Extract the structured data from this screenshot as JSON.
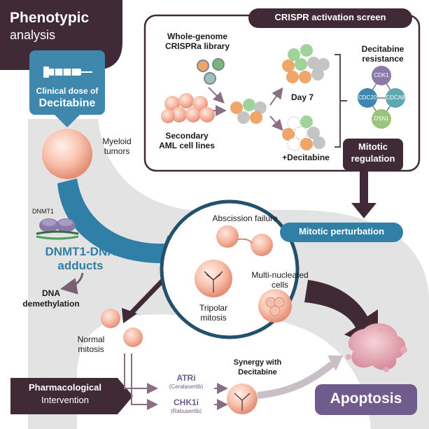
{
  "header": {
    "title": "Phenotypic",
    "subtitle": "analysis"
  },
  "drug_box": {
    "line1": "Clinical dose of",
    "line2": "Decitabine"
  },
  "crispr": {
    "title": "CRISPR activation screen",
    "library_l1": "Whole-genome",
    "library_l2": "CRISPRa library",
    "cells_l1": "Secondary",
    "cells_l2": "AML cell lines",
    "day": "Day 7",
    "decitabine": "+Decitabine",
    "resistance_l1": "Decitabine",
    "resistance_l2": "resistance",
    "genes": [
      "CDK1",
      "CDC20",
      "CDCA8",
      "DSN1"
    ],
    "mitotic_l1": "Mitotic",
    "mitotic_l2": "regulation"
  },
  "left": {
    "myeloid_l1": "Myeloid",
    "myeloid_l2": "tumors",
    "dnmt1": "DNMT1",
    "adducts_l1": "DNMT1-DNA",
    "adducts_l2": "adducts",
    "demeth_l1": "DNA",
    "demeth_l2": "demethylation",
    "normal_l1": "Normal",
    "normal_l2": "mitosis"
  },
  "circle": {
    "perturbation": "Mitotic perturbation",
    "abscission": "Abscission failure",
    "multi_l1": "Multi-nucleated",
    "multi_l2": "cells",
    "tripolar_l1": "Tripolar",
    "tripolar_l2": "mitosis"
  },
  "pharma": {
    "label_l1": "Pharmacological",
    "label_l2": "Intervention",
    "atri": "ATRi",
    "atri_drug": "(Ceralasertib)",
    "chk1i": "CHK1i",
    "chk1i_drug": "(Rabusertib)",
    "synergy_l1": "Synergy with",
    "synergy_l2": "Decitabine"
  },
  "apoptosis": "Apoptosis",
  "colors": {
    "dark": "#3f2a36",
    "blue": "#2f7fa6",
    "band": "#e2e2e2",
    "cell": "#f4b9a3",
    "purple": "#6f5b8c"
  }
}
